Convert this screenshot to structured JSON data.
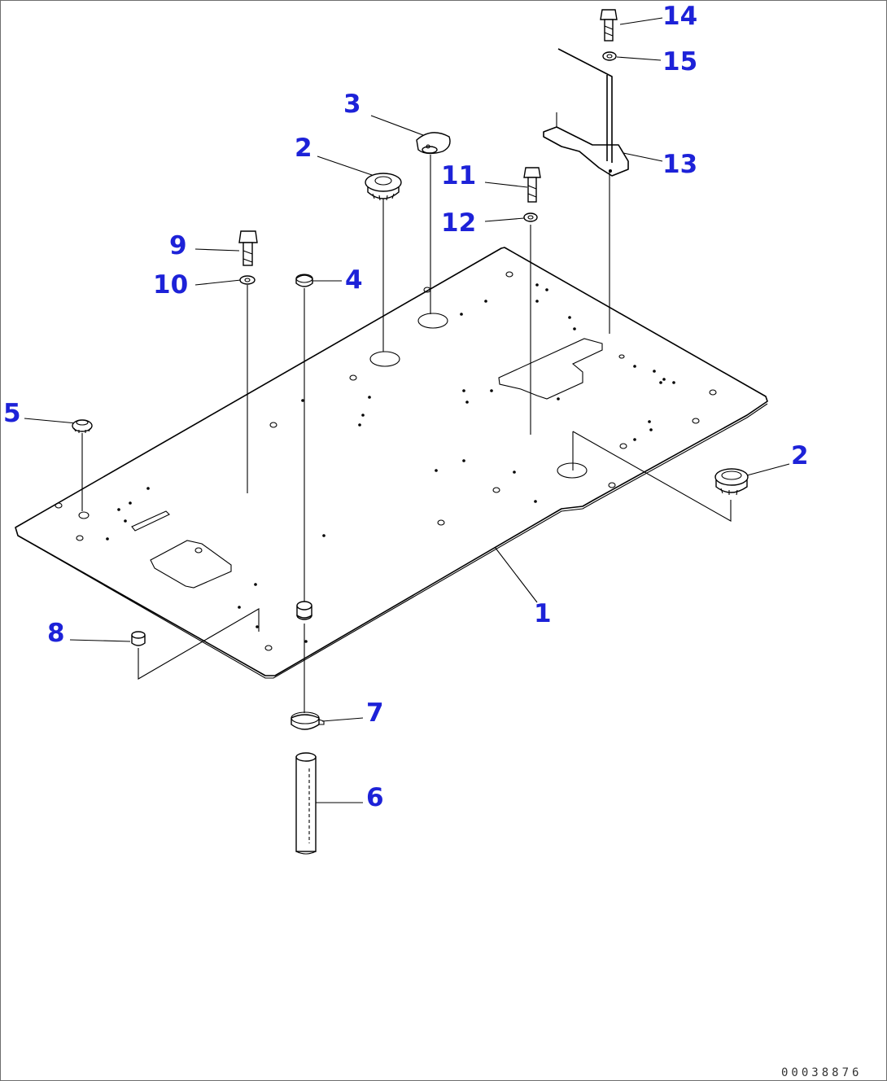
{
  "diagram": {
    "callouts": [
      {
        "id": "c1",
        "label": "1"
      },
      {
        "id": "c2a",
        "label": "2"
      },
      {
        "id": "c2b",
        "label": "2"
      },
      {
        "id": "c3",
        "label": "3"
      },
      {
        "id": "c4",
        "label": "4"
      },
      {
        "id": "c5",
        "label": "5"
      },
      {
        "id": "c6",
        "label": "6"
      },
      {
        "id": "c7",
        "label": "7"
      },
      {
        "id": "c8",
        "label": "8"
      },
      {
        "id": "c9",
        "label": "9"
      },
      {
        "id": "c10",
        "label": "10"
      },
      {
        "id": "c11",
        "label": "11"
      },
      {
        "id": "c12",
        "label": "12"
      },
      {
        "id": "c13",
        "label": "13"
      },
      {
        "id": "c14",
        "label": "14"
      },
      {
        "id": "c15",
        "label": "15"
      }
    ],
    "document_id": "00038876",
    "colors": {
      "callout": "#1d22d8",
      "line": "#000000",
      "frame": "#6e6e6e"
    }
  }
}
